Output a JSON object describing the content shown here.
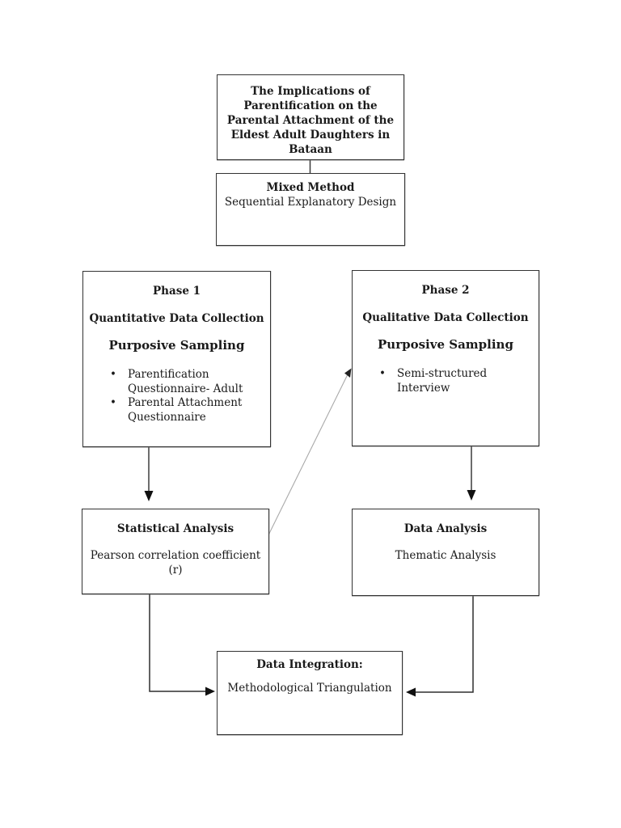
{
  "document": {
    "background": "#ffffff",
    "title_box": {
      "text": "The Implications of Parentification on the Parental Attachment of the Eldest Adult Daughters in Bataan"
    },
    "method_box": {
      "title": "Mixed Method",
      "subtitle": "Sequential Explanatory Design"
    },
    "phase1_box": {
      "title": "Phase 1",
      "heading": "Quantitative Data Collection",
      "subheading": "Purposive Sampling",
      "bullet_glyph": "•",
      "bullets": [
        "Parentification Questionnaire- Adult",
        "Parental Attachment Questionnaire"
      ]
    },
    "phase2_box": {
      "title": "Phase 2",
      "heading": "Qualitative Data Collection",
      "subheading": "Purposive Sampling",
      "bullet_glyph": "•",
      "bullets": [
        "Semi-structured Interview"
      ]
    },
    "statistical_box": {
      "title": "Statistical Analysis",
      "subtitle": "Pearson correlation coefficient (r)"
    },
    "data_analysis_box": {
      "title": "Data Analysis",
      "subtitle": "Thematic Analysis"
    },
    "integration_box": {
      "title": "Data Integration:",
      "subtitle": "Methodological Triangulation"
    },
    "colors": {
      "box_border": "#333333",
      "text": "#1a1a1a",
      "connector": "#3a3a3a",
      "diagonal_connector": "#a9a9a9",
      "background": "#ffffff"
    }
  }
}
